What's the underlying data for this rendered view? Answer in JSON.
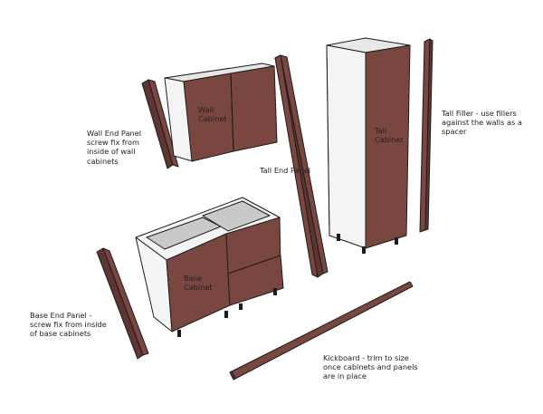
{
  "diagram": {
    "labels": {
      "wall_end_panel": "Wall End Panel\nscrew fix from\ninside of wall\ncabinets",
      "wall_cabinet": "Wall\nCabinet",
      "tall_end_panel": "Tall End Panel",
      "tall_cabinet": "Tall\nCabinet",
      "tall_filler": "Tall Filler - use fillers\nagainst the walls as a\nspacer",
      "base_cabinet": "Base\nCabinet",
      "base_end_panel": "Base End Panel -\nscrew fix from inside\nof base cabinets",
      "kickboard": "Kickboard - trim to size\nonce cabinets and panels\nare in place"
    },
    "colors": {
      "panel_face": "#7a4640",
      "panel_dark": "#5e3531",
      "carcass_white": "#f4f4f4",
      "carcass_side": "#dcdcdc",
      "carcass_inner": "#c9c9c9",
      "outline": "#1c1c1c"
    }
  }
}
